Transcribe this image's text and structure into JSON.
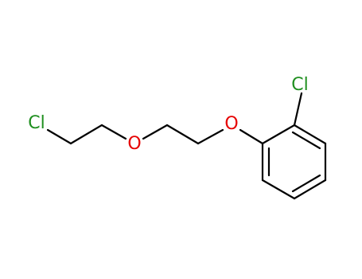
{
  "molecule": {
    "atoms": [
      {
        "id": "cl1",
        "symbol": "Cl",
        "color": "#1f8f1f"
      },
      {
        "id": "o1",
        "symbol": "O",
        "color": "#e60000"
      },
      {
        "id": "o2",
        "symbol": "O",
        "color": "#e60000"
      },
      {
        "id": "cl2",
        "symbol": "Cl",
        "color": "#1f8f1f"
      }
    ]
  }
}
